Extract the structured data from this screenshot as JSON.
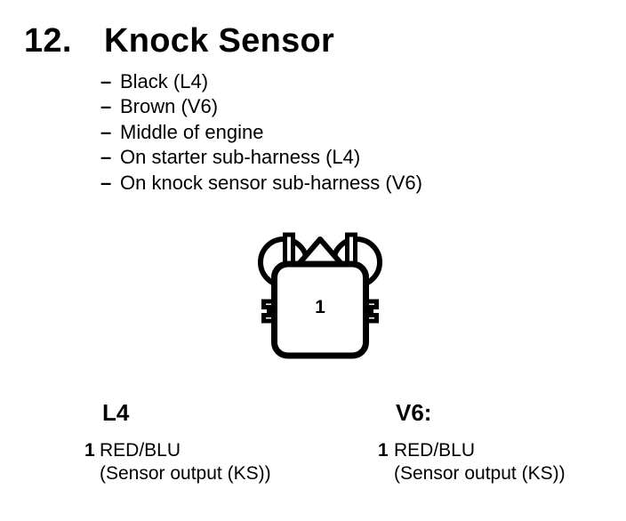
{
  "page": {
    "background_color": "#ffffff",
    "text_color": "#000000"
  },
  "header": {
    "section_number": "12.",
    "title": "Knock Sensor"
  },
  "notes": {
    "dash": "–",
    "items": [
      "Black (L4)",
      "Brown (V6)",
      "Middle of engine",
      "On starter sub-harness (L4)",
      "On knock sensor sub-harness (V6)"
    ]
  },
  "connector": {
    "description": "1-pin knock sensor connector, front view",
    "pin_label": "1",
    "outline_color": "#000000",
    "fill_color": "#ffffff"
  },
  "pinouts": [
    {
      "heading": "L4",
      "pins": [
        {
          "number": "1",
          "wire_color": "RED/BLU",
          "description": "(Sensor output (KS))"
        }
      ]
    },
    {
      "heading": "V6:",
      "pins": [
        {
          "number": "1",
          "wire_color": "RED/BLU",
          "description": "(Sensor output (KS))"
        }
      ]
    }
  ]
}
